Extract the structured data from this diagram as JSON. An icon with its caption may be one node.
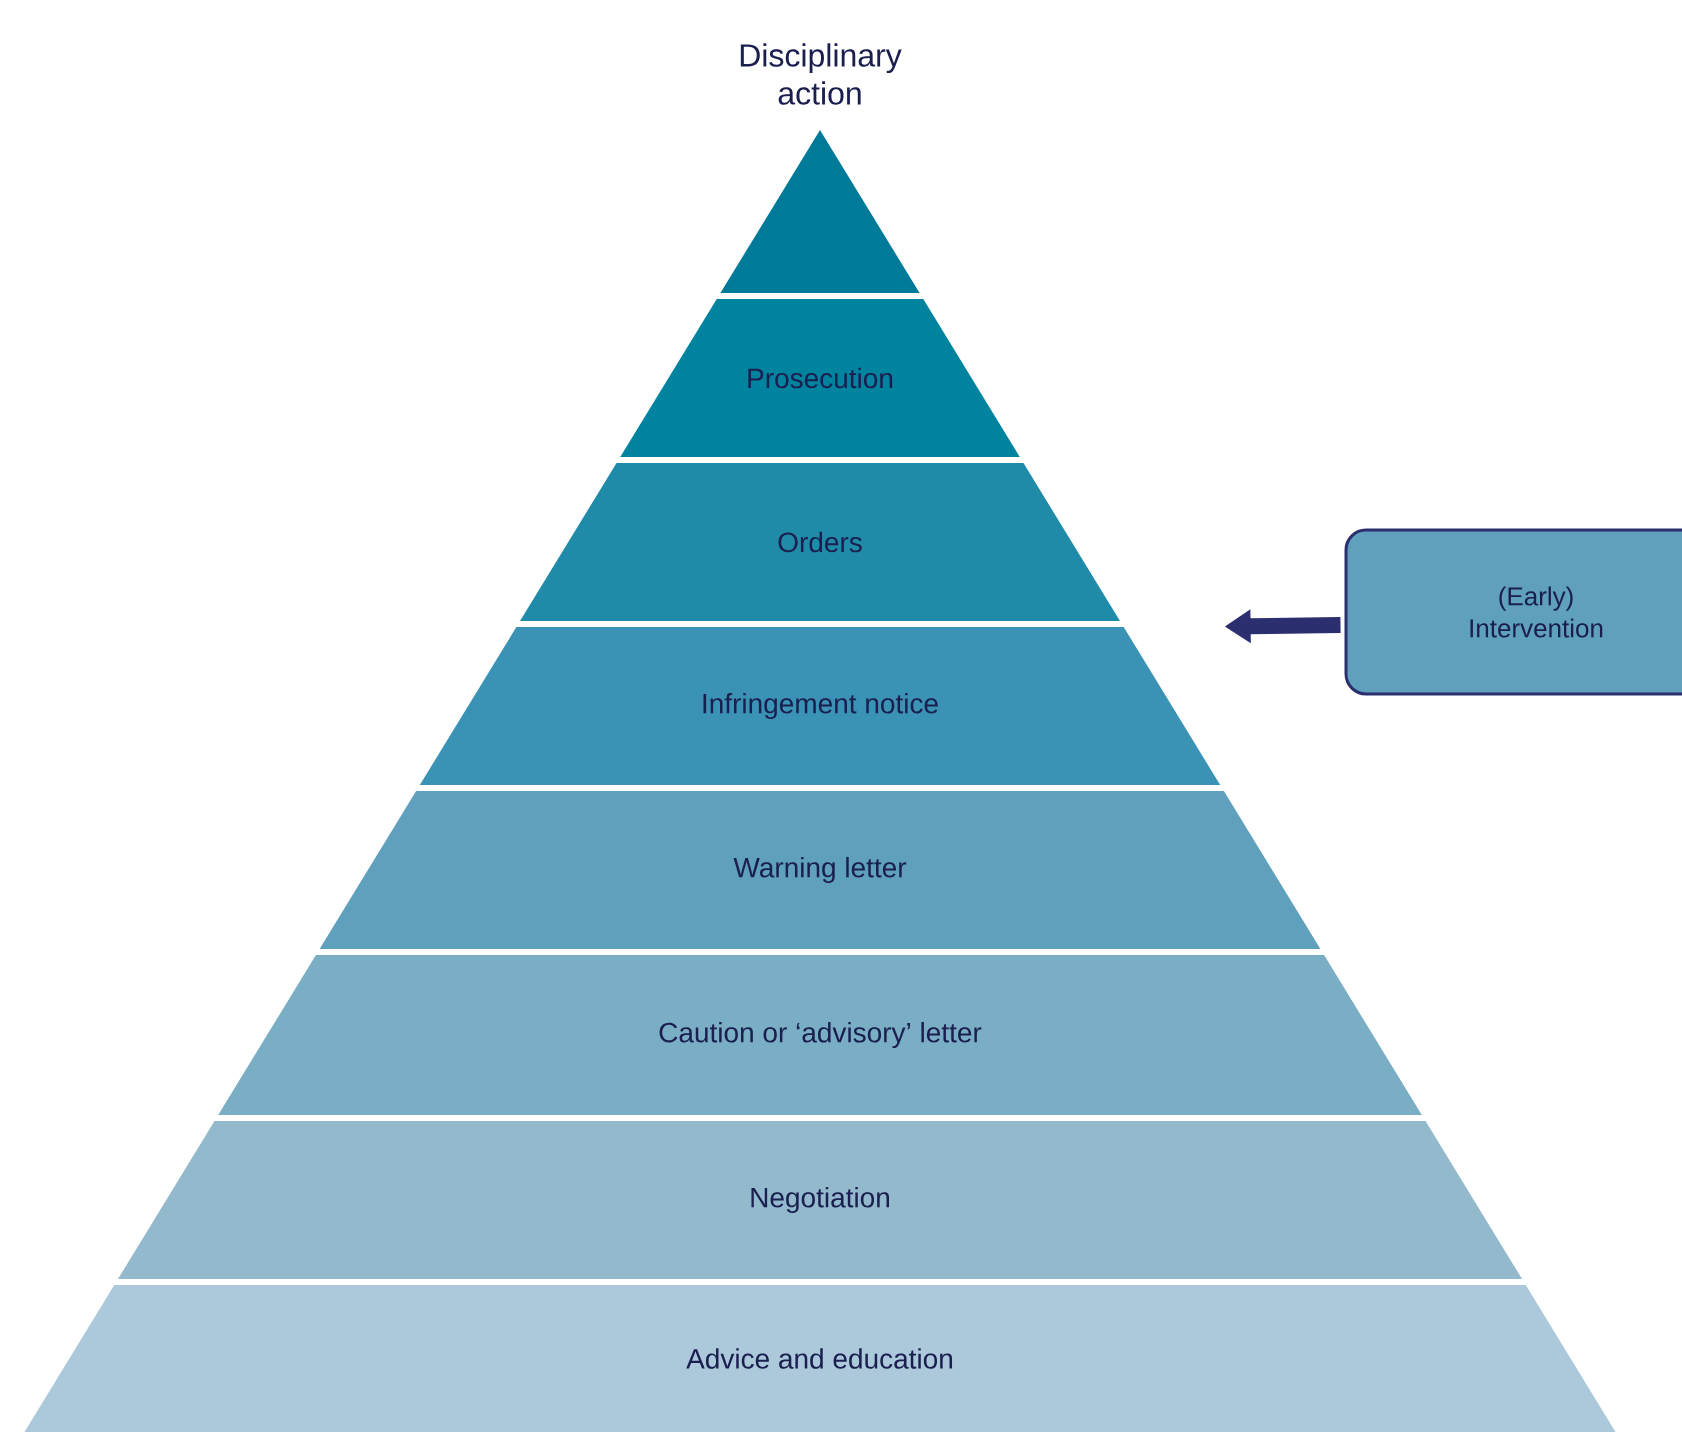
{
  "diagram": {
    "nodes": [
      {
        "text": [
          "Disciplinary action"
        ]
      },
      {
        "text": [
          "Prosecution"
        ]
      },
      {
        "text": [
          "Orders"
        ]
      },
      {
        "text": [
          "Infringement notice"
        ]
      },
      {
        "text": [
          "Warning letter"
        ]
      },
      {
        "text": [
          "Caution or ‘advisory’ letter"
        ]
      },
      {
        "text": [
          "Negotiation"
        ]
      },
      {
        "text": [
          "Advice and education"
        ]
      },
      {
        "text": [
          "(Early) Intervention"
        ]
      }
    ],
    "edges": [
      {
        "from": 8,
        "to": 3,
        "arrow": "to"
      }
    ]
  }
}
